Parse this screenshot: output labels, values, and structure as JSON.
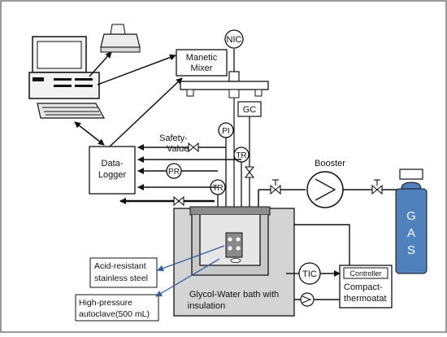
{
  "labels": {
    "mixer_line1": "Manetic",
    "mixer_line2": "Mixer",
    "nic": "NIC",
    "gc": "GC",
    "pi": "PI",
    "tr_top": "TR",
    "tr_mid": "TR",
    "pr": "PR",
    "safety_line1": "Safety-",
    "safety_line2": "Value",
    "datalogger_line1": "Data-",
    "datalogger_line2": "Logger",
    "booster": "Booster",
    "gas_g": "G",
    "gas_a": "A",
    "gas_s": "S",
    "tic": "TIC",
    "controller": "Controller",
    "compact_line1": "Compact-",
    "compact_line2": "thermoatat",
    "acid_line1": "Acid-resistant",
    "acid_line2": "stainless steel",
    "autoclave_line1": "High-pressure",
    "autoclave_line2": "autoclave(500 mL)",
    "bath_line1": "Glycol-Water bath with",
    "bath_line2": "insulation"
  },
  "colors": {
    "gas_cylinder": "#4f81bd",
    "bath": "#d4d4d4",
    "lid": "#8c8c8c",
    "annotation_arrow": "#2e5fa3",
    "border": "#555555"
  }
}
